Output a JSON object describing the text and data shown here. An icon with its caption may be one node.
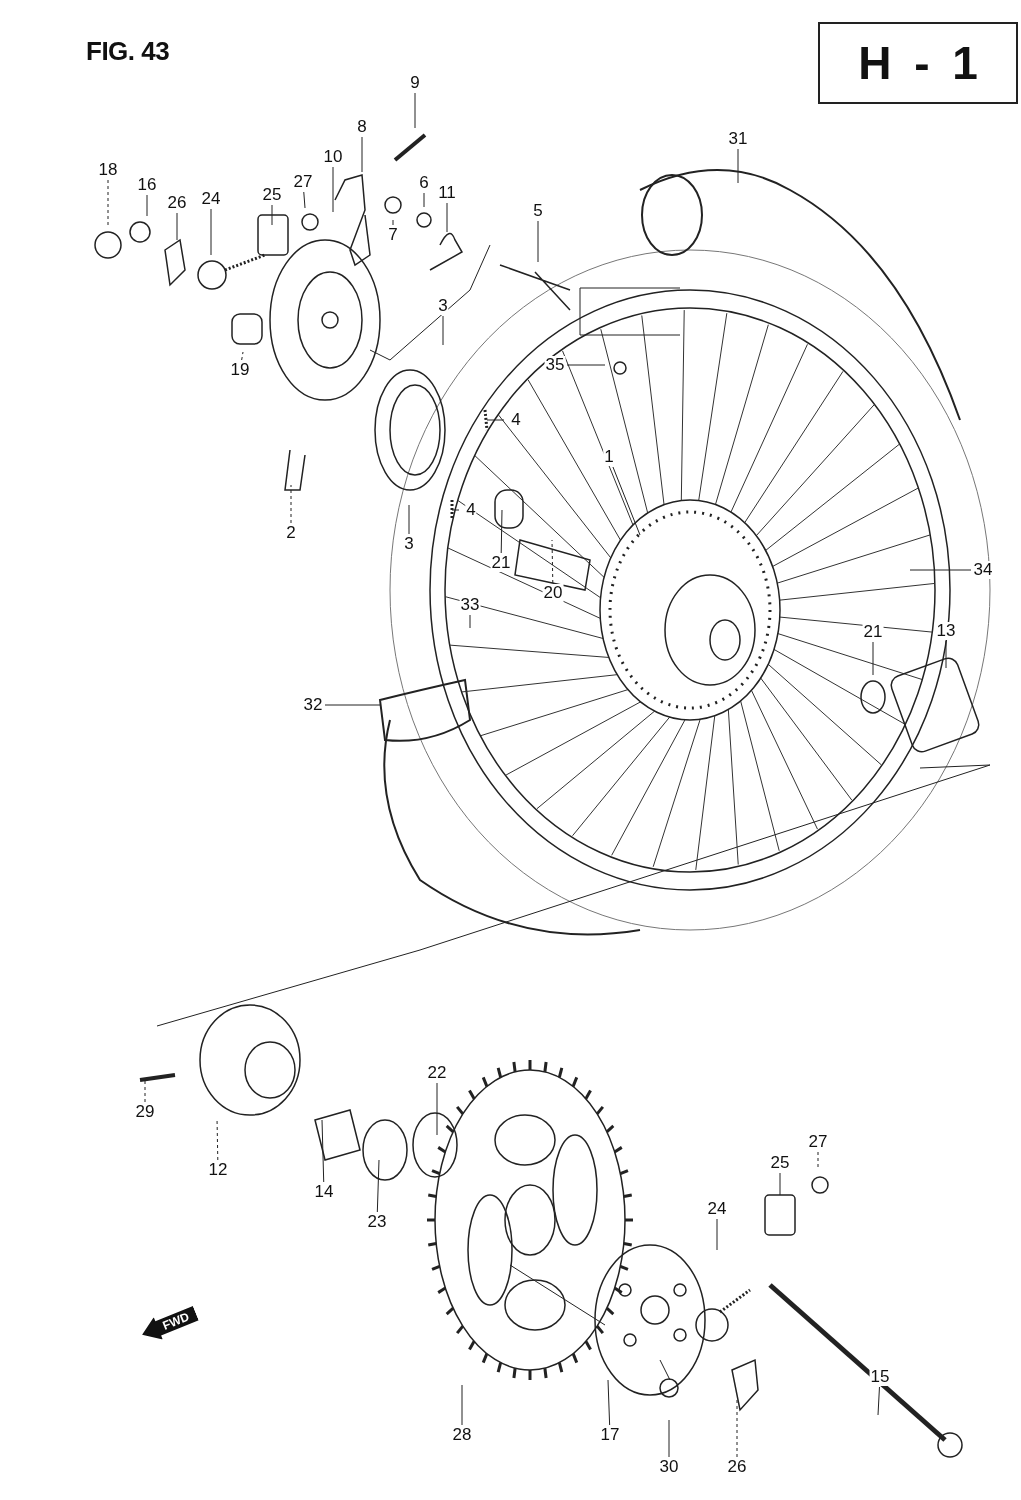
{
  "diagram": {
    "title": "FIG. 43",
    "nodes": [
      {
        "text": [
          "H - 1"
        ]
      },
      {
        "text": [
          "9"
        ]
      },
      {
        "text": [
          "8"
        ]
      },
      {
        "text": [
          "31"
        ]
      },
      {
        "text": [
          "10"
        ]
      },
      {
        "text": [
          "18"
        ]
      },
      {
        "text": [
          "16"
        ]
      },
      {
        "text": [
          "26"
        ]
      },
      {
        "text": [
          "27"
        ]
      },
      {
        "text": [
          "25"
        ]
      },
      {
        "text": [
          "6"
        ]
      },
      {
        "text": [
          "11"
        ]
      },
      {
        "text": [
          "24"
        ]
      },
      {
        "text": [
          "7"
        ]
      },
      {
        "text": [
          "5"
        ]
      },
      {
        "text": [
          "35"
        ]
      },
      {
        "text": [
          "3"
        ]
      },
      {
        "text": [
          "19"
        ]
      },
      {
        "text": [
          "4"
        ]
      },
      {
        "text": [
          "1"
        ]
      },
      {
        "text": [
          "4"
        ]
      },
      {
        "text": [
          "2"
        ]
      },
      {
        "text": [
          "3"
        ]
      },
      {
        "text": [
          "21"
        ]
      },
      {
        "text": [
          "20"
        ]
      },
      {
        "text": [
          "34"
        ]
      },
      {
        "text": [
          "33"
        ]
      },
      {
        "text": [
          "13"
        ]
      },
      {
        "text": [
          "21"
        ]
      },
      {
        "text": [
          "32"
        ]
      },
      {
        "text": [
          "22"
        ]
      },
      {
        "text": [
          "29"
        ]
      },
      {
        "text": [
          "12"
        ]
      },
      {
        "text": [
          "14"
        ]
      },
      {
        "text": [
          "23"
        ]
      },
      {
        "text": [
          "27"
        ]
      },
      {
        "text": [
          "25"
        ]
      },
      {
        "text": [
          "24"
        ]
      },
      {
        "text": [
          "15"
        ]
      },
      {
        "text": [
          "28"
        ]
      },
      {
        "text": [
          "17"
        ]
      },
      {
        "text": [
          "30"
        ]
      },
      {
        "text": [
          "26"
        ]
      }
    ],
    "edges": [
      {
        "from": 1,
        "to": null,
        "arrow": "none"
      },
      {
        "from": 2,
        "to": null,
        "arrow": "none"
      },
      {
        "from": 3,
        "to": null,
        "arrow": "none"
      },
      {
        "from": 4,
        "to": null,
        "arrow": "none"
      },
      {
        "from": 5,
        "to": null,
        "arrow": "none",
        "style": "dashed"
      },
      {
        "from": 6,
        "to": null,
        "arrow": "none"
      },
      {
        "from": 7,
        "to": null,
        "arrow": "none"
      },
      {
        "from": 8,
        "to": null,
        "arrow": "none"
      },
      {
        "from": 9,
        "to": null,
        "arrow": "none"
      },
      {
        "from": 10,
        "to": null,
        "arrow": "none"
      },
      {
        "from": 11,
        "to": null,
        "arrow": "none"
      },
      {
        "from": 12,
        "to": null,
        "arrow": "none"
      },
      {
        "from": 13,
        "to": null,
        "arrow": "none"
      },
      {
        "from": 14,
        "to": null,
        "arrow": "none"
      },
      {
        "from": 15,
        "to": null,
        "arrow": "none"
      },
      {
        "from": 16,
        "to": null,
        "arrow": "none"
      },
      {
        "from": 17,
        "to": null,
        "arrow": "none",
        "style": "dashed"
      },
      {
        "from": 18,
        "to": null,
        "arrow": "none"
      },
      {
        "from": 19,
        "to": null,
        "arrow": "none"
      },
      {
        "from": 20,
        "to": null,
        "arrow": "none"
      },
      {
        "from": 21,
        "to": null,
        "arrow": "none",
        "style": "dashed"
      },
      {
        "from": 22,
        "to": null,
        "arrow": "none"
      },
      {
        "from": 23,
        "to": null,
        "arrow": "none"
      },
      {
        "from": 24,
        "to": null,
        "arrow": "none",
        "style": "dashed"
      },
      {
        "from": 25,
        "to": null,
        "arrow": "none"
      },
      {
        "from": 26,
        "to": null,
        "arrow": "none"
      },
      {
        "from": 27,
        "to": null,
        "arrow": "none"
      },
      {
        "from": 28,
        "to": null,
        "arrow": "none"
      },
      {
        "from": 29,
        "to": null,
        "arrow": "none"
      },
      {
        "from": 30,
        "to": null,
        "arrow": "none"
      },
      {
        "from": 31,
        "to": null,
        "arrow": "none",
        "style": "dashed"
      },
      {
        "from": 32,
        "to": null,
        "arrow": "none",
        "style": "dashed"
      },
      {
        "from": 33,
        "to": null,
        "arrow": "none"
      },
      {
        "from": 34,
        "to": null,
        "arrow": "none"
      },
      {
        "from": 35,
        "to": null,
        "arrow": "none",
        "style": "dashed"
      },
      {
        "from": 36,
        "to": null,
        "arrow": "none"
      },
      {
        "from": 37,
        "to": null,
        "arrow": "none"
      },
      {
        "from": 38,
        "to": null,
        "arrow": "none"
      },
      {
        "from": 39,
        "to": null,
        "arrow": "none"
      },
      {
        "from": 40,
        "to": null,
        "arrow": "none"
      },
      {
        "from": 41,
        "to": null,
        "arrow": "none"
      },
      {
        "from": 42,
        "to": null,
        "arrow": "none",
        "style": "dashed"
      }
    ],
    "labels": [
      "FWD"
    ]
  }
}
